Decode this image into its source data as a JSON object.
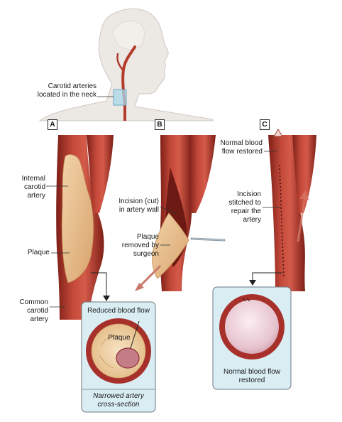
{
  "labels": {
    "carotid_location": "Carotid arteries located in the neck",
    "internal_carotid": "Internal carotid artery",
    "plaque": "Plaque",
    "common_carotid": "Common carotid artery",
    "incision": "Incision (cut) in artery wall",
    "plaque_removed": "Plaque removed by surgeon",
    "normal_flow": "Normal blood flow restored",
    "incision_stitched": "Incision stitched to repair the artery"
  },
  "panels": {
    "a": "A",
    "b": "B",
    "c": "C"
  },
  "inset_a": {
    "title": "Reduced blood flow",
    "plaque": "Plaque",
    "caption": "Narrowed artery cross-section"
  },
  "inset_c": {
    "caption": "Normal blood flow restored"
  },
  "colors": {
    "artery": "#b23b2c",
    "plaque": "#e6b98a",
    "inset_bg": "#d9edf3",
    "skin": "#e9e4df"
  }
}
